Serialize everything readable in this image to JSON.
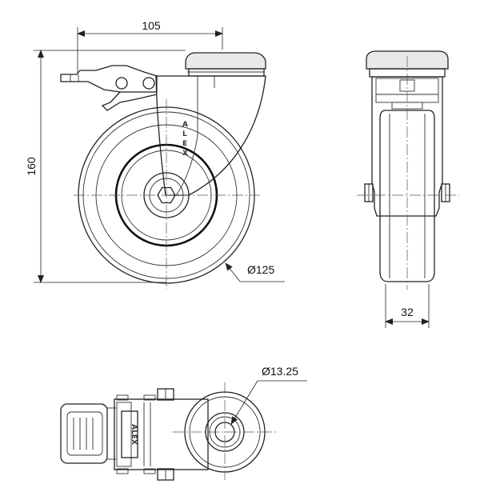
{
  "dimensions": {
    "width_top": "105",
    "height_left": "160",
    "wheel_diameter": "Ø125",
    "wheel_width": "32",
    "bore_diameter": "Ø13.25"
  },
  "logo": {
    "brand_letters": [
      "A",
      "L",
      "E",
      "X"
    ],
    "brand_bottom": "ALEX"
  }
}
